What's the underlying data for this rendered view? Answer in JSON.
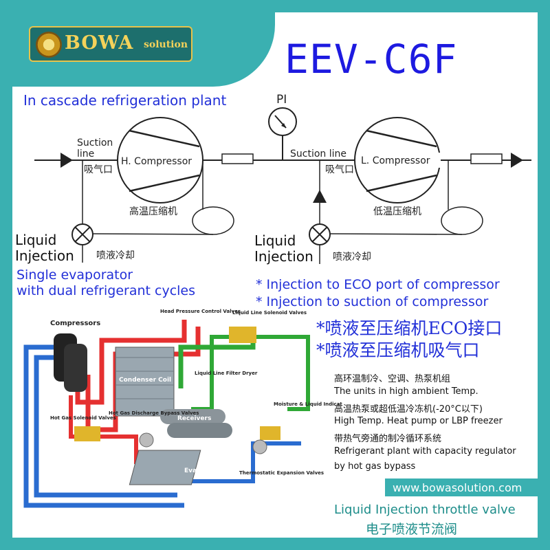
{
  "logo": {
    "brand": "BOWA",
    "sub": "solution"
  },
  "header": {
    "model": "EEV-C6F"
  },
  "diagram": {
    "title": "In cascade refrigeration plant",
    "pi_label": "PI",
    "suction_line_left": "Suction line",
    "suction_line_left_1": "Suction",
    "suction_line_left_2": "line",
    "suction_cn_left": "吸气口",
    "h_compressor": "H. Compressor",
    "h_compressor_cn": "高温压缩机",
    "suction_line_right": "Suction line",
    "suction_cn_right": "吸气口",
    "l_compressor": "L. Compressor",
    "l_compressor_cn": "低温压缩机",
    "liquid_injection_left_1": "Liquid",
    "liquid_injection_left_2": "Injection",
    "liquid_injection_left_cn": "喷液冷却",
    "liquid_injection_right_1": "Liquid",
    "liquid_injection_right_2": "Injection",
    "liquid_injection_right_cn": "喷液冷却"
  },
  "notes": {
    "single_1": "Single evaporator",
    "single_2": "with dual refrigerant cycles",
    "inj_1": "* Injection to ECO port of compressor",
    "inj_2": "* Injection to suction of compressor",
    "cn_1": "*喷液至压缩机ECO接口",
    "cn_2": "*喷液至压缩机吸气口"
  },
  "features": [
    "高环温制冷、空调、热泵机组",
    "The units in high ambient Temp.",
    "高温热泵或超低温冷冻机(-20°C以下)",
    "High Temp. Heat pump or LBP freezer",
    "带热气旁通的制冷循环系统",
    "Refrigerant plant with capacity regulator",
    "by hot gas bypass"
  ],
  "system_labels": {
    "compressors": "Compressors",
    "head_pressure": "Head Pressure Control Valves",
    "liquid_line_sol": "Liquid Line Solenoid Valves",
    "condenser": "Condenser Coil",
    "liquid_filter": "Liquid Line Filter Dryer",
    "receivers": "Receivers",
    "moisture": "Moisture & Liquid Indicators",
    "hot_gas_sol": "Hot Gas Solenoid Valves",
    "hot_gas_bypass": "Hot Gas Discharge Bypass Valves",
    "evaporator": "Evaporator Coil",
    "txv": "Thermostatic Expansion Valves"
  },
  "footer": {
    "url": "www.bowasolution.com",
    "product_en": "Liquid Injection throttle valve",
    "product_cn": "电子喷液节流阀"
  },
  "colors": {
    "frame": "#3ab0b1",
    "title_blue": "#2230d8",
    "hot": "#e53030",
    "cold": "#2a6cd0",
    "liquid": "#2fa836"
  }
}
